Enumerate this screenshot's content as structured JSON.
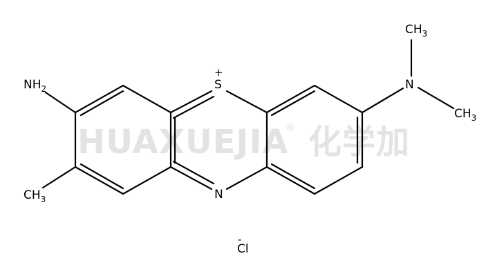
{
  "watermark": {
    "text": "HUAXUEJIA",
    "registered": "®",
    "cjk": "化学加"
  },
  "atoms": {
    "amino": {
      "label": "NH",
      "sub": "2"
    },
    "methyl_left": {
      "label": "CH",
      "sub": "3"
    },
    "sulfur": {
      "label": "S",
      "charge": "+"
    },
    "ring_n": {
      "label": "N"
    },
    "dimethylamino_n": {
      "label": "N"
    },
    "methyl_top": {
      "label": "CH",
      "sub": "3"
    },
    "methyl_right": {
      "label": "CH",
      "sub": "3"
    },
    "chloride": {
      "label": "Cl",
      "charge": "-"
    }
  },
  "colors": {
    "bond": "#000000",
    "watermark": "#e3e3e3"
  }
}
